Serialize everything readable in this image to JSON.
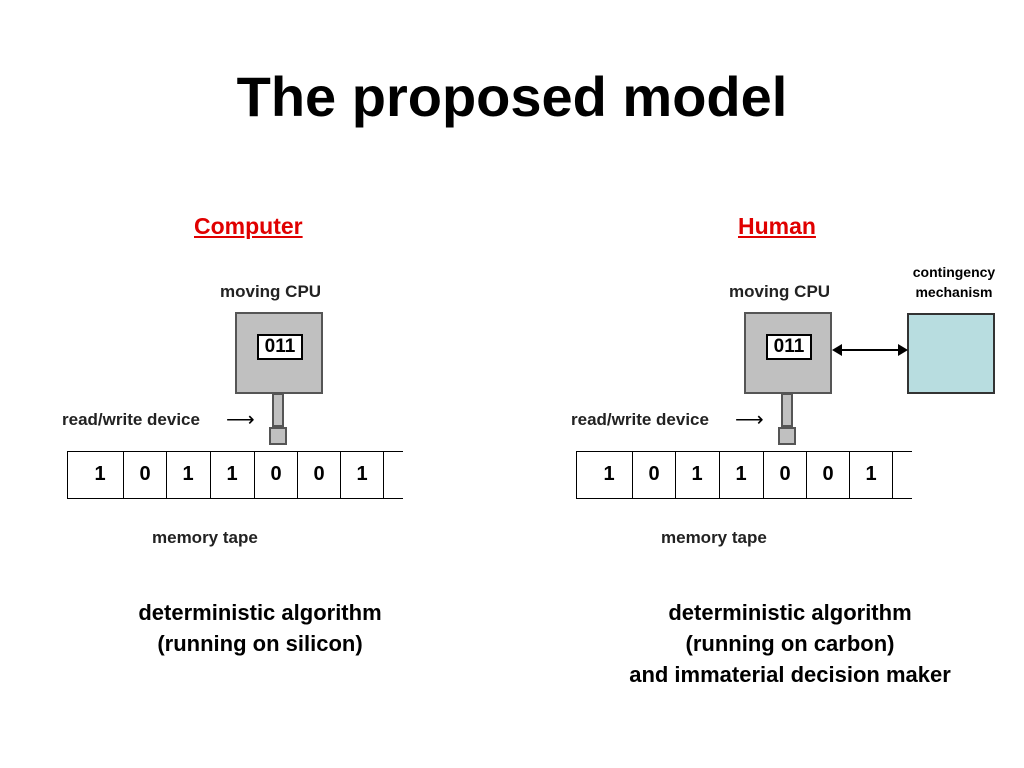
{
  "title": "The proposed model",
  "columns": [
    {
      "heading": "Computer",
      "cpu_label": "moving CPU",
      "cpu_state": "011",
      "rw_label": "read/write device",
      "tape_values": [
        "1",
        "0",
        "1",
        "1",
        "0",
        "0",
        "1"
      ],
      "tape_label": "memory tape",
      "caption_lines": [
        "deterministic algorithm",
        "(running on silicon)"
      ]
    },
    {
      "heading": "Human",
      "cpu_label": "moving CPU",
      "cpu_state": "011",
      "rw_label": "read/write device",
      "tape_values": [
        "1",
        "0",
        "1",
        "1",
        "0",
        "0",
        "1"
      ],
      "tape_label": "memory tape",
      "caption_lines": [
        "deterministic algorithm",
        "(running on carbon)",
        "and immaterial decision maker"
      ]
    }
  ],
  "contingency": {
    "label_lines": [
      "contingency",
      "mechanism"
    ]
  },
  "colors": {
    "heading": "#e00000",
    "cpu_fill": "#c0c0c0",
    "contingency_fill": "#b8dde0"
  }
}
